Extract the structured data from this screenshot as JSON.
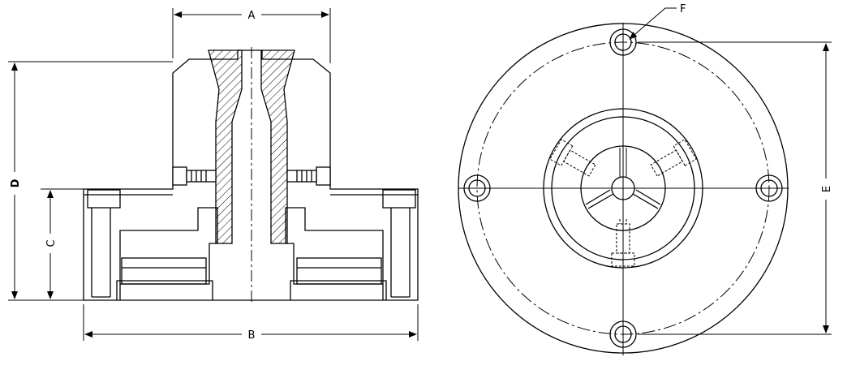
{
  "labels": {
    "A": "A",
    "B": "B",
    "C": "C",
    "D": "D",
    "E": "E",
    "F": "F"
  },
  "views": {
    "side": "side-section-view",
    "face": "face-view"
  },
  "colors": {
    "line": "#000000",
    "background": "#ffffff"
  }
}
